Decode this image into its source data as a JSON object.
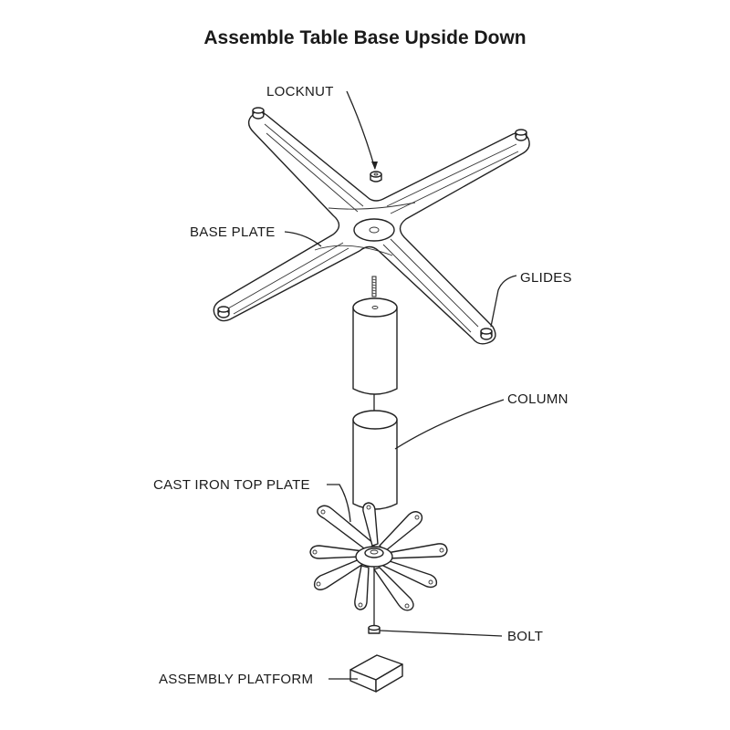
{
  "title": "Assemble Table Base Upside Down",
  "labels": {
    "locknut": "LOCKNUT",
    "base_plate": "BASE PLATE",
    "glides": "GLIDES",
    "column": "COLUMN",
    "cast_iron_top_plate": "CAST IRON TOP PLATE",
    "bolt": "BOLT",
    "assembly_platform": "ASSEMBLY PLATFORM"
  }
}
